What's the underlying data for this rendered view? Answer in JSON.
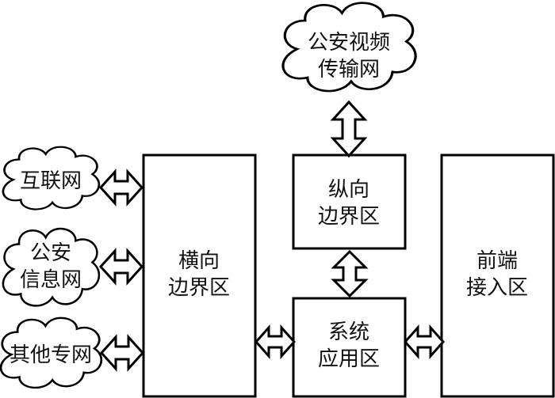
{
  "diagram": {
    "clouds": {
      "video_network": [
        "公安视频",
        "传输网"
      ],
      "internet": [
        "互联网"
      ],
      "police_info": [
        "公安",
        "信息网"
      ],
      "other_private": [
        "其他专网"
      ]
    },
    "boxes": {
      "horizontal_boundary": [
        "横向",
        "边界区"
      ],
      "vertical_boundary": [
        "纵向",
        "边界区"
      ],
      "system_app": [
        "系统",
        "应用区"
      ],
      "front_access": [
        "前端",
        "接入区"
      ]
    },
    "connections": [
      {
        "from": "video_network",
        "to": "vertical_boundary"
      },
      {
        "from": "internet",
        "to": "horizontal_boundary"
      },
      {
        "from": "police_info",
        "to": "horizontal_boundary"
      },
      {
        "from": "other_private",
        "to": "horizontal_boundary"
      },
      {
        "from": "vertical_boundary",
        "to": "system_app"
      },
      {
        "from": "horizontal_boundary",
        "to": "system_app"
      },
      {
        "from": "system_app",
        "to": "front_access"
      }
    ]
  }
}
